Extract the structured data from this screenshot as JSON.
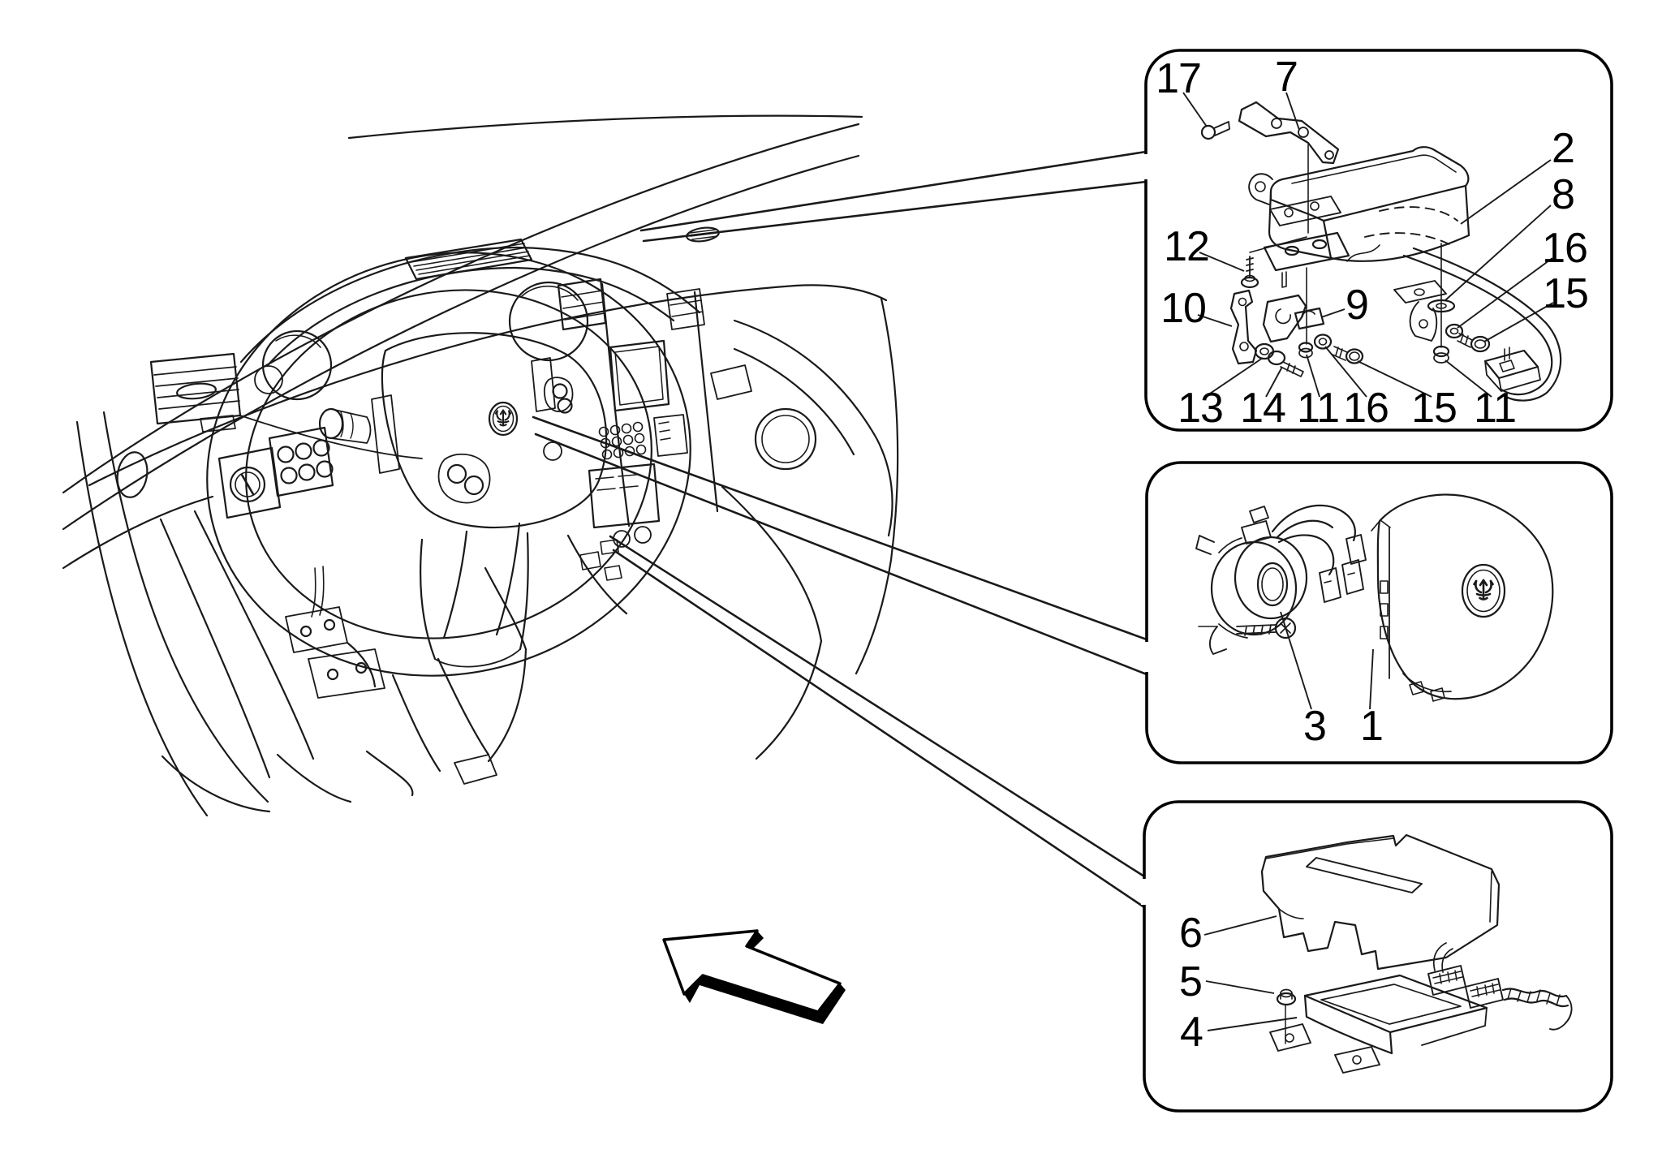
{
  "figure": {
    "kind": "vehicle-parts-exploded-diagram",
    "subject": "dashboard-and-airbag-system",
    "background_color": "#ffffff",
    "line_color": "#1a1a1a",
    "label_color": "#000000"
  },
  "icons": {
    "brand_badge": "maserati-trident-icon",
    "arrow": "direction-arrow-up-left"
  },
  "panel_top": {
    "name": "passenger-airbag-module-exploded-view",
    "labels": [
      {
        "text": "17"
      },
      {
        "text": "7"
      },
      {
        "text": "2"
      },
      {
        "text": "8"
      },
      {
        "text": "16"
      },
      {
        "text": "15"
      },
      {
        "text": "12"
      },
      {
        "text": "10"
      },
      {
        "text": "9"
      },
      {
        "text": "13"
      },
      {
        "text": "14"
      },
      {
        "text": "11"
      },
      {
        "text": "16"
      },
      {
        "text": "15"
      },
      {
        "text": "11"
      }
    ]
  },
  "panel_middle": {
    "name": "driver-airbag-and-clock-spring",
    "labels": [
      {
        "text": "3"
      },
      {
        "text": "1"
      }
    ]
  },
  "panel_bottom": {
    "name": "airbag-ecu-with-cover",
    "labels": [
      {
        "text": "6"
      },
      {
        "text": "5"
      },
      {
        "text": "4"
      }
    ]
  }
}
